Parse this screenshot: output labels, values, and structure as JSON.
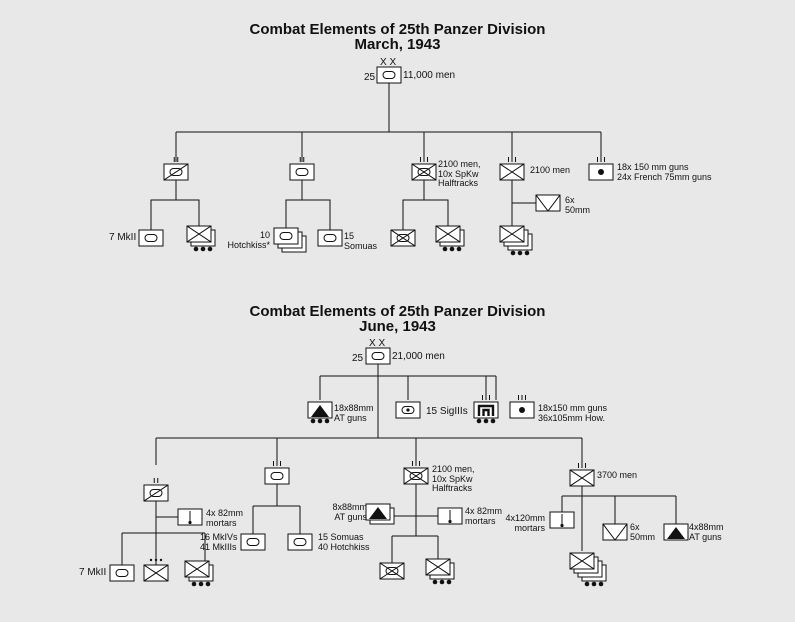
{
  "chart1": {
    "title": "Combat Elements of 25th Panzer Division",
    "subtitle": "March, 1943",
    "division_mark": "X X",
    "division_number": "25",
    "division_strength": "11,000 men",
    "regt_infantry_2_label": "2100 men,\n10x SpKw\nHalftracks",
    "regt_infantry_3_label": "2100 men",
    "artillery_label": "18x 150 mm guns\n24x French 75mm guns",
    "antitank_label": "6x\n50mm",
    "tank_mkii_label": "7 MkII",
    "tank_hotchkiss_label": "10\nHotchkiss*",
    "tank_somuas_label": "15\nSomuas"
  },
  "chart2": {
    "title": "Combat Elements of 25th Panzer Division",
    "subtitle": "June, 1943",
    "division_mark": "X X",
    "division_number": "25",
    "division_strength": "21,000 men",
    "antitank_label": "18x88mm\nAT guns",
    "sig_label": "15 SigIIIs",
    "artillery_label": "18x150 mm guns\n36x105mm How.",
    "regt_infantry_1_label": "2100 men,\n10x SpKw\nHalftracks",
    "regt_infantry_2_label": "3700 men",
    "mortar_1_label": "4x 82mm\nmortars",
    "mortar_2_label": "4x 82mm\nmortars",
    "mortar_3_label": "4x120mm\nmortars",
    "at_88_label": "8x88mm\nAT guns",
    "at_50_label": "6x\n50mm",
    "at_88b_label": "4x88mm\nAT guns",
    "tank_mkii_label": "7 MkII",
    "tank_mkiv_label": "16 MkIVs\n41 MkIIIs",
    "tank_somuas_label": "15 Somuas\n40 Hotchkiss"
  }
}
